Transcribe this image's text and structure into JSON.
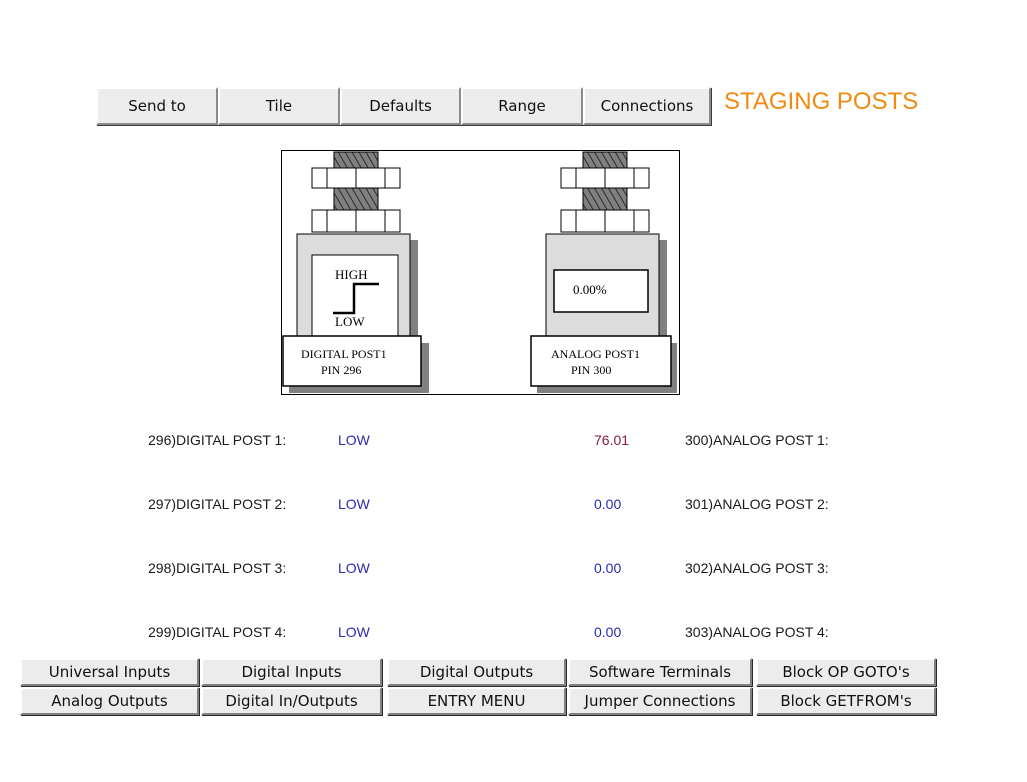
{
  "toolbar": {
    "send_to": "Send to",
    "tile": "Tile",
    "defaults": "Defaults",
    "range": "Range",
    "connections": "Connections"
  },
  "page_title": "STAGING POSTS",
  "title_color": "#f08a10",
  "diagram": {
    "digital": {
      "high": "HIGH",
      "low": "LOW",
      "name": "DIGITAL POST1",
      "pin": "PIN 296"
    },
    "analog": {
      "value": "0.00%",
      "name": "ANALOG POST1",
      "pin": "PIN 300"
    }
  },
  "digital_posts": [
    {
      "label": "296)DIGITAL POST 1:",
      "value": "LOW"
    },
    {
      "label": "297)DIGITAL POST 2:",
      "value": "LOW"
    },
    {
      "label": "298)DIGITAL POST 3:",
      "value": "LOW"
    },
    {
      "label": "299)DIGITAL POST 4:",
      "value": "LOW"
    }
  ],
  "analog_posts": [
    {
      "label": "300)ANALOG POST 1:",
      "value": "76.01"
    },
    {
      "label": "301)ANALOG POST 2:",
      "value": "0.00"
    },
    {
      "label": "302)ANALOG POST 3:",
      "value": "0.00"
    },
    {
      "label": "303)ANALOG POST 4:",
      "value": "0.00"
    }
  ],
  "nav": {
    "universal_inputs": "Universal Inputs",
    "digital_inputs": "Digital Inputs",
    "digital_outputs": "Digital Outputs",
    "software_terminals": "Software Terminals",
    "block_op_gotos": "Block OP GOTO's",
    "analog_outputs": "Analog Outputs",
    "digital_in_outputs": "Digital In/Outputs",
    "entry_menu": "ENTRY MENU",
    "jumper_connections": "Jumper Connections",
    "block_getfroms": "Block GETFROM's"
  }
}
